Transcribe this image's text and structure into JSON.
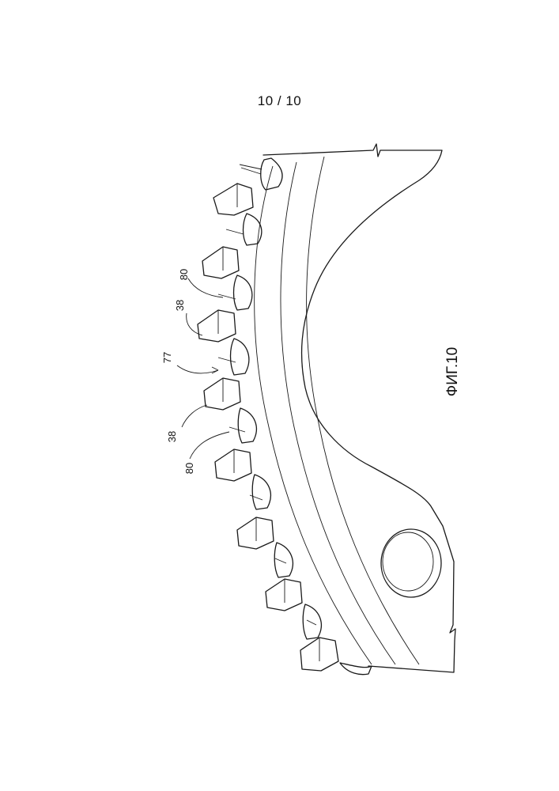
{
  "page": {
    "number": "10 / 10"
  },
  "figure": {
    "caption": "ФИГ.10",
    "labels": {
      "ref_80_top": "80",
      "ref_38_top": "38",
      "ref_77": "77",
      "ref_38_bottom": "38",
      "ref_80_bottom": "80"
    }
  }
}
